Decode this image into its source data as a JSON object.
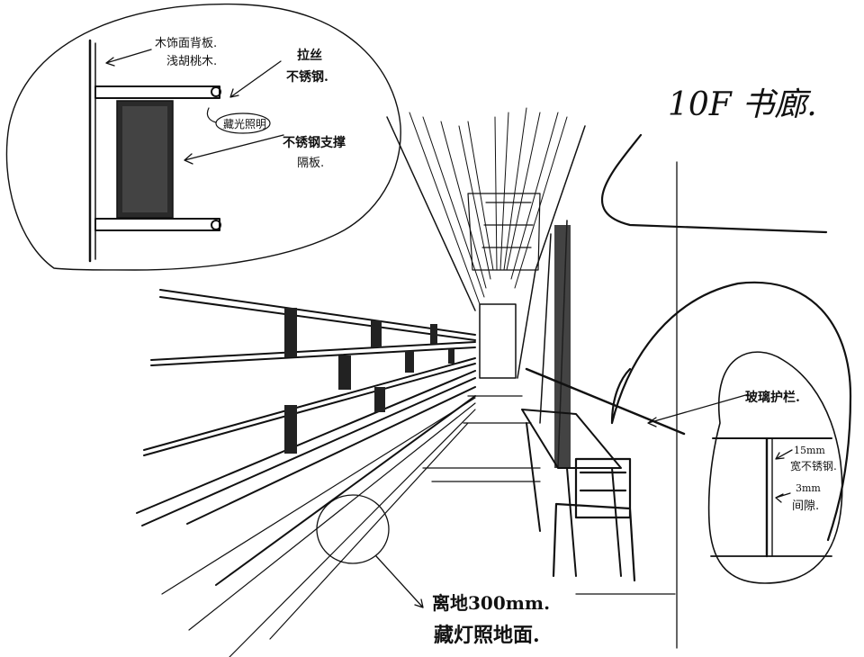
{
  "title": "10F 书廊.",
  "detail_callouts": {
    "wood_back_panel": "木饰面背板.",
    "wood_species": "浅胡桃木.",
    "stainless_1": "拉丝",
    "stainless_2": "不锈钢.",
    "hidden_light": "藏光照明",
    "shelf_1": "不锈钢支撑",
    "shelf_2": "隔板."
  },
  "railing_callouts": {
    "glass_railing": "玻璃护栏.",
    "steel_1": "15mm",
    "steel_2": "宽不锈钢.",
    "gap_1": "3mm",
    "gap_2": "间隙."
  },
  "floor_callouts": {
    "line_1": "离地300mm.",
    "line_2": "藏灯照地面."
  }
}
